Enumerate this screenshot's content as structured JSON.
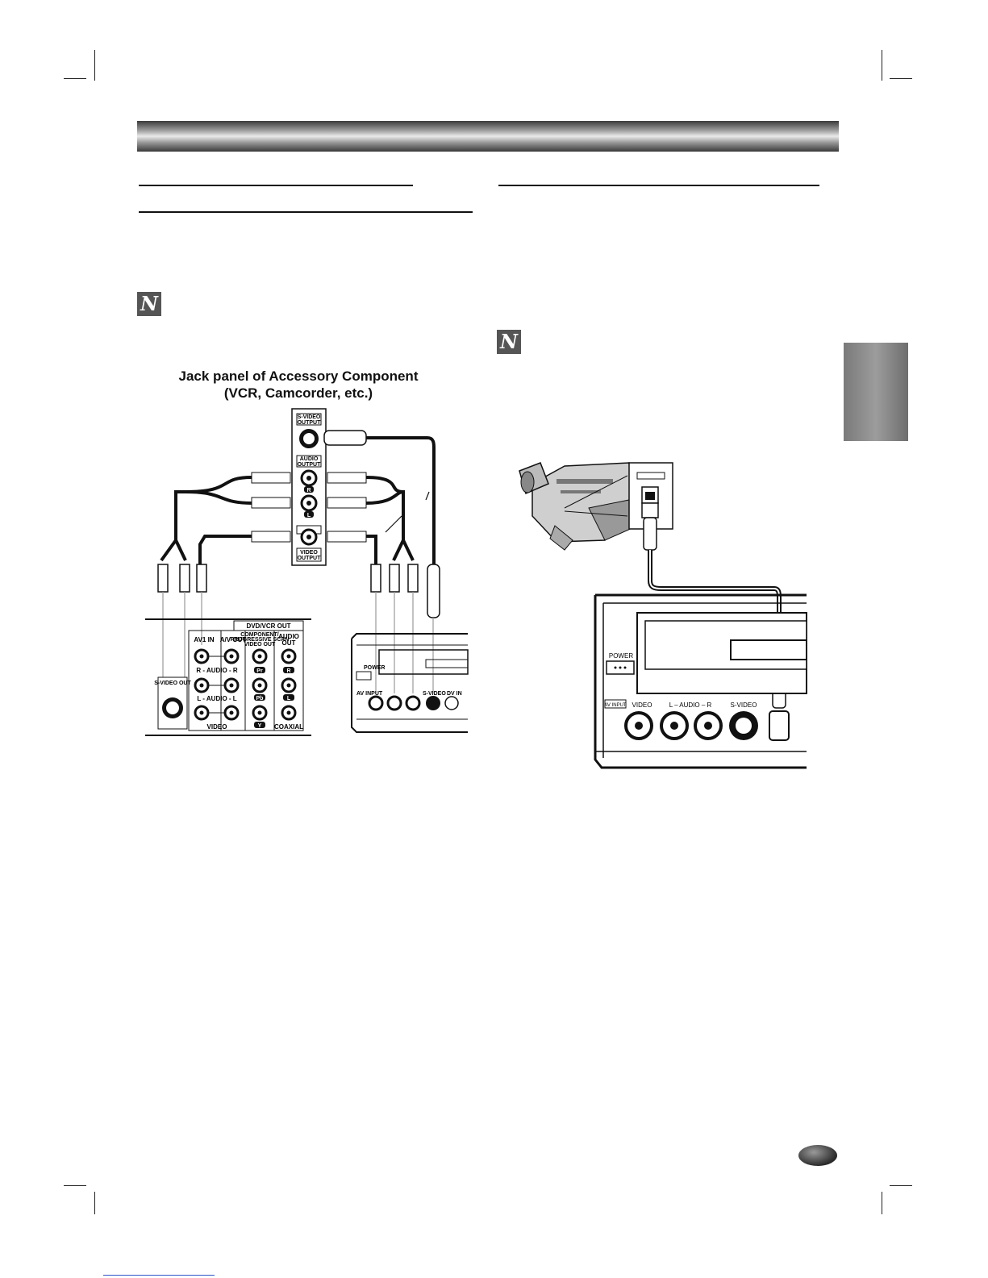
{
  "diagram_left": {
    "title_line1": "Jack panel of Accessory Component",
    "title_line2": "(VCR, Camcorder, etc.)",
    "accessory_labels": {
      "svideo_output": [
        "S-VIDEO",
        "OUTPUT"
      ],
      "audio_output": [
        "AUDIO",
        "OUTPUT"
      ],
      "r": "R",
      "l": "L",
      "video_output": [
        "VIDEO",
        "OUTPUT"
      ]
    },
    "dvd_panel": {
      "header": "DVD/VCR OUT",
      "avin": "AV1 IN",
      "avout": "A/V OUT",
      "component": [
        "COMPONENT/",
        "PROGRESSIVE SCAN",
        "VIDEO OUT"
      ],
      "audio_out": [
        "AUDIO",
        "OUT"
      ],
      "r_audio_r": "R - AUDIO - R",
      "l_audio_l": "L - AUDIO - L",
      "video": "VIDEO",
      "svideo_out": "S-VIDEO OUT",
      "pr": "Pr",
      "pb": "Pb",
      "y": "Y",
      "r": "R",
      "l": "L",
      "coaxial": "COAXIAL"
    },
    "front_panel": {
      "power": "POWER",
      "av_input": "AV INPUT",
      "svideo": "S-VIDEO",
      "dv_in": "DV IN"
    }
  },
  "diagram_right": {
    "power": "POWER",
    "av_input": "AV INPUT",
    "video": "VIDEO",
    "audio": "L – AUDIO – R",
    "svideo": "S-VIDEO"
  }
}
